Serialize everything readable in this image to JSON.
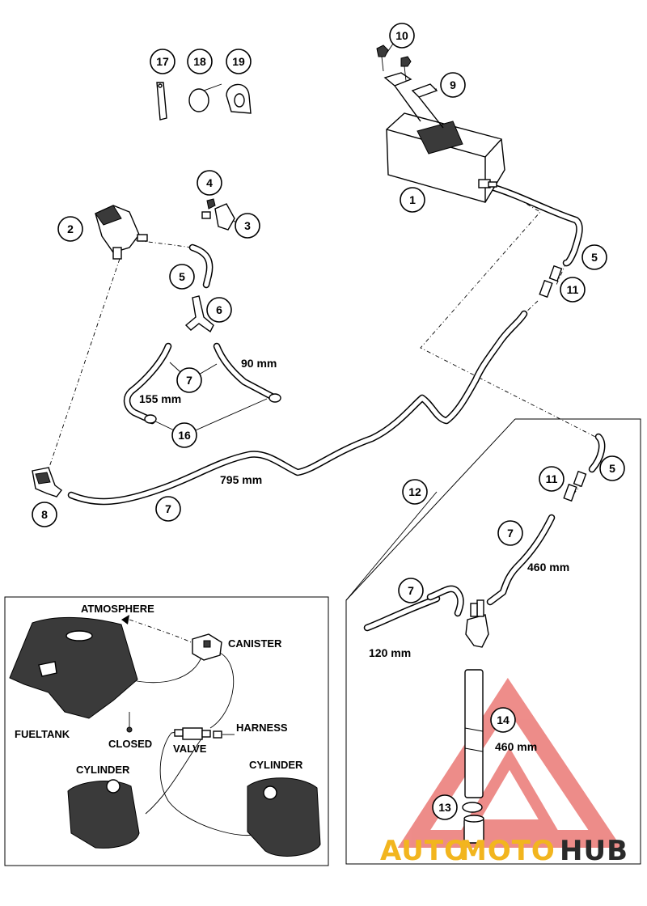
{
  "callouts": {
    "c1": "1",
    "c2": "2",
    "c3": "3",
    "c4": "4",
    "c5a": "5",
    "c5b": "5",
    "c5c": "5",
    "c6": "6",
    "c7a": "7",
    "c7b": "7",
    "c7c": "7",
    "c7d": "7",
    "c8": "8",
    "c9": "9",
    "c10": "10",
    "c11a": "11",
    "c11b": "11",
    "c12": "12",
    "c13": "13",
    "c14": "14",
    "c16": "16",
    "c17": "17",
    "c18": "18",
    "c19": "19"
  },
  "dimensions": {
    "d90": "90 mm",
    "d155": "155 mm",
    "d795": "795 mm",
    "d460a": "460 mm",
    "d120": "120 mm",
    "d460b": "460 mm"
  },
  "inset": {
    "atmosphere": "ATMOSPHERE",
    "canister": "CANISTER",
    "fueltank": "FUELTANK",
    "closed": "CLOSED",
    "valve": "VALVE",
    "harness": "HARNESS",
    "cylinder_left": "CYLINDER",
    "cylinder_right": "CYLINDER"
  },
  "watermark": {
    "part1": "AUTO",
    "part2": "MOTO",
    "part3": "HUB",
    "color_auto": "#f2b51e",
    "color_moto": "#f2b51e",
    "color_hub": "#2a2a2a",
    "triangle_color": "#e0302a"
  }
}
